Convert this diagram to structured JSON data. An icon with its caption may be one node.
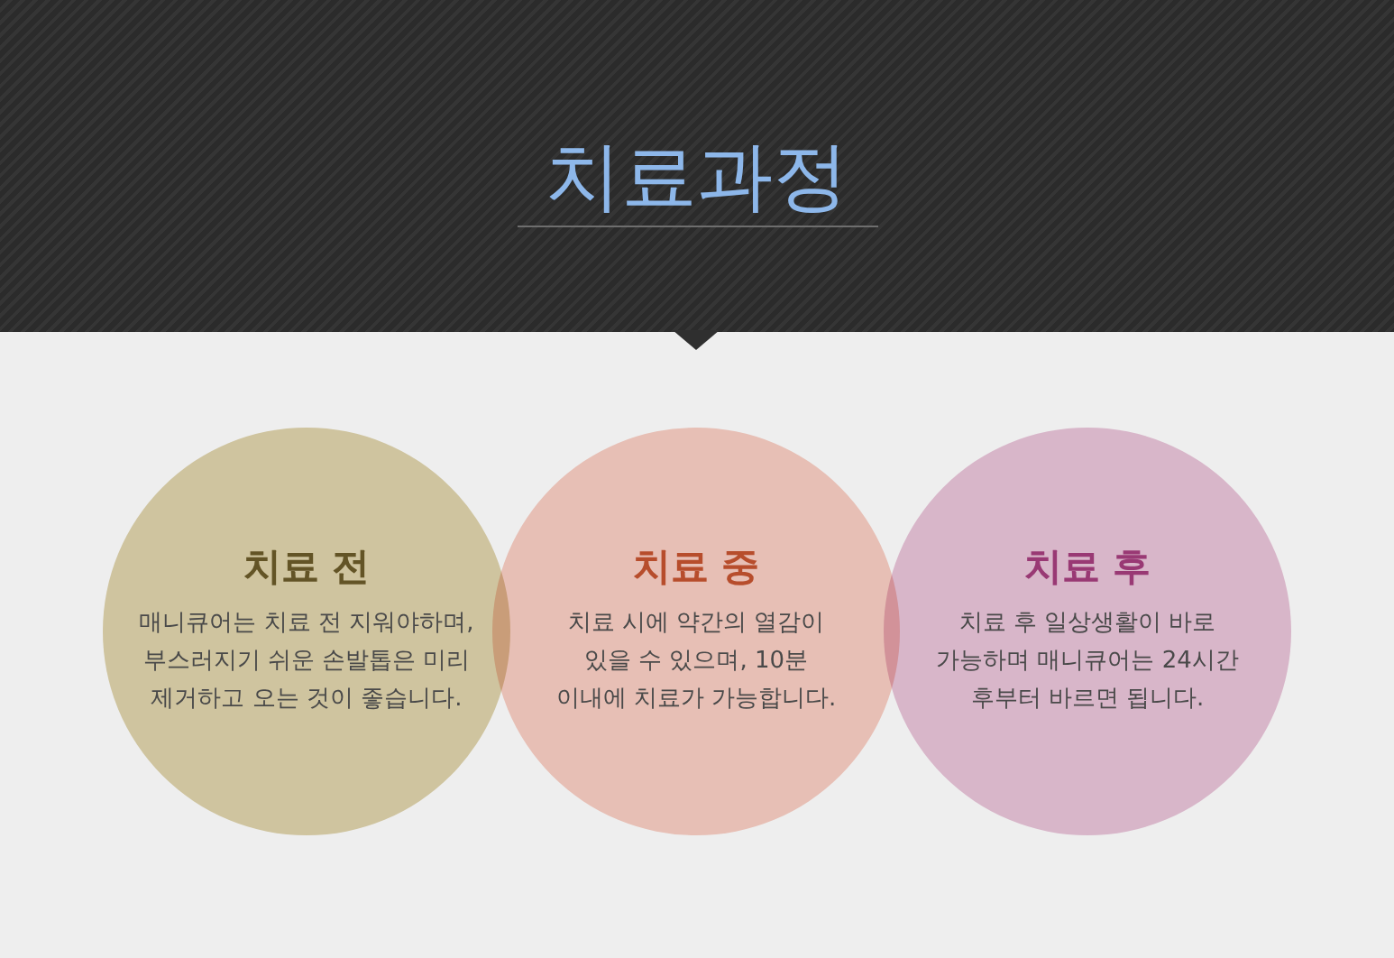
{
  "diagram": {
    "title": "치료과정",
    "nodes": [
      {
        "text": [
          "치료 전",
          "매니큐어는 치료 전 지워야하며, 부스러지기 쉬운 손발톱은 미리 제거하고 오는 것이 좋습니다."
        ]
      },
      {
        "text": [
          "치료 중",
          "치료 시에 약간의 열감이 있을 수 있으며, 10분 이내에 치료가 가능합니다."
        ]
      },
      {
        "text": [
          "치료 후",
          "치료 후 일상생활이 바로 가능하며 매니큐어는 24시간 후부터 바르면 됩니다."
        ]
      }
    ]
  }
}
